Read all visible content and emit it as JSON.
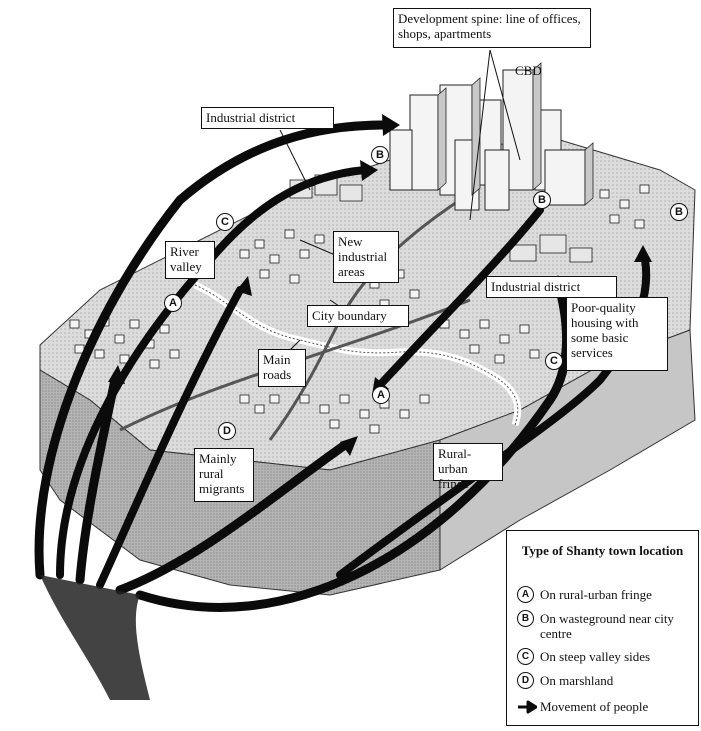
{
  "labels": {
    "development_spine": "Development spine: line of offices, shops, apartments",
    "cbd": "CBD",
    "industrial_district_left": "Industrial district",
    "industrial_district_right": "Industrial district",
    "river_valley": "River valley",
    "new_industrial_areas": "New industrial areas",
    "city_boundary": "City boundary",
    "main_roads": "Main roads",
    "mainly_rural_migrants": "Mainly rural migrants",
    "rural_urban_fringe": "Rural-urban fringe",
    "poor_quality_housing": "Poor-quality housing with some basic services"
  },
  "markers": {
    "a1": "A",
    "a2": "A",
    "b1": "B",
    "b2": "B",
    "b3": "B",
    "c1": "C",
    "c2": "C",
    "d1": "D"
  },
  "legend": {
    "title": "Type of Shanty town location",
    "items": [
      {
        "symbol": "A",
        "text": "On rural-urban fringe"
      },
      {
        "symbol": "B",
        "text": "On wasteground near city centre"
      },
      {
        "symbol": "C",
        "text": "On steep valley sides"
      },
      {
        "symbol": "D",
        "text": "On marshland"
      }
    ],
    "arrow_text": "Movement of people"
  },
  "colors": {
    "land": "#dcdcdc",
    "block_side": "#bdbdbd",
    "block_front": "#a9a9a9",
    "arrow": "#0b0b0b",
    "river": "#ffffff",
    "buildings": "#f4f4f4"
  }
}
